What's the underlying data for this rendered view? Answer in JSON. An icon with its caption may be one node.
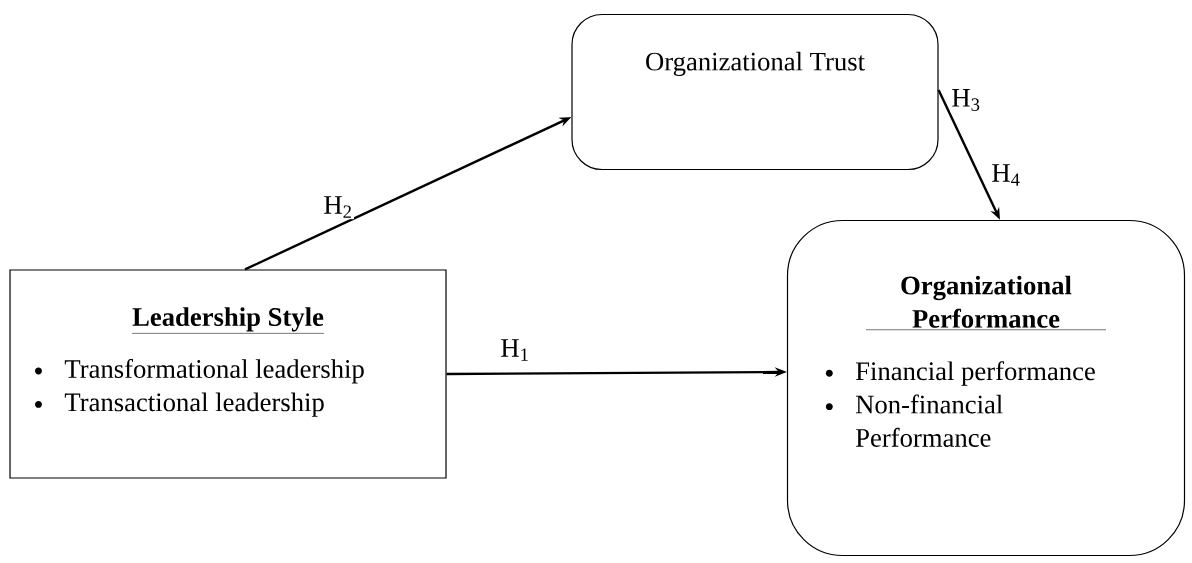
{
  "diagram": {
    "nodes": [
      {
        "text": [
          "Organizational Trust"
        ]
      },
      {
        "text": [
          "Leadership Style",
          "Transformational leadership",
          "Transactional leadership"
        ]
      },
      {
        "text": [
          "Organizational Performance",
          "Financial performance",
          "Non-financial Performance"
        ]
      }
    ],
    "edges": [
      {
        "from": 1,
        "to": 0,
        "arrow": "to",
        "label": "H$_{2}$"
      },
      {
        "from": 1,
        "to": 2,
        "arrow": "to",
        "label": "H$_{1}$"
      },
      {
        "from": 0,
        "to": 2,
        "arrow": "to",
        "label": "H$_{3}$"
      }
    ],
    "labels": [
      "H$_{4}$"
    ]
  }
}
